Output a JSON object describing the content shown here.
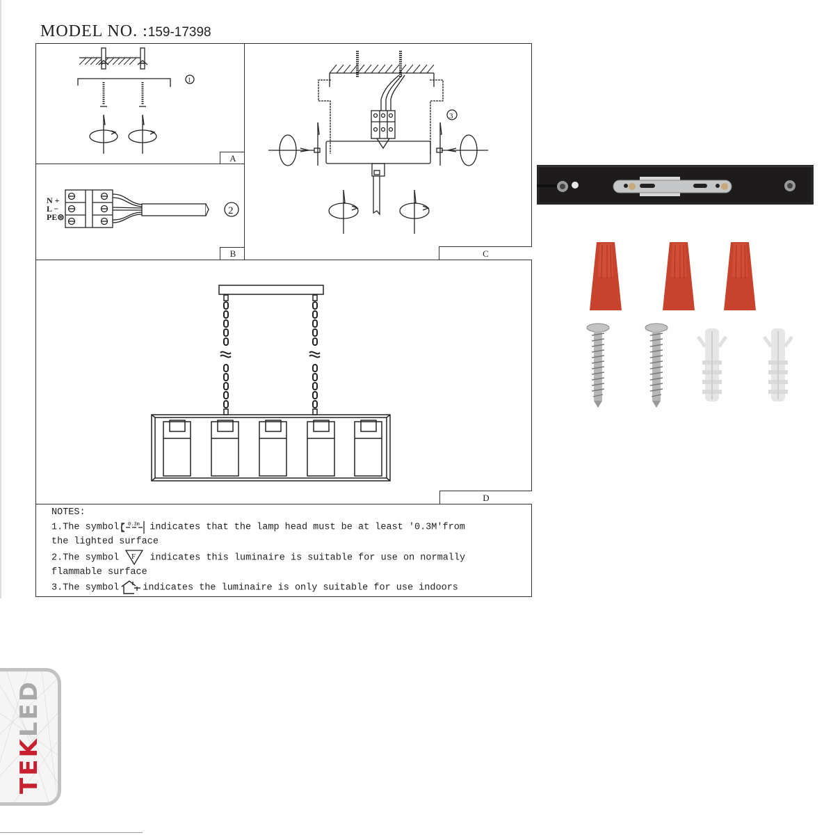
{
  "header": {
    "model_label": "MODEL NO. :",
    "model_number": "159-17398"
  },
  "panels": [
    {
      "id": "A",
      "label": "A",
      "step": "①",
      "description": "Insert wall plugs in ceiling, fix mounting bracket with screws"
    },
    {
      "id": "B",
      "label": "B",
      "step": "②",
      "terminal_labels": [
        "N +",
        "L −",
        "PE⊜"
      ],
      "description": "Connect wires to terminal block"
    },
    {
      "id": "C",
      "label": "C",
      "step": "③",
      "description": "Attach canopy to bracket with side screws"
    },
    {
      "id": "D",
      "label": "D",
      "description": "Assembled 5-light linear pendant on chains",
      "shade_count": 5
    }
  ],
  "notes": {
    "title": "NOTES:",
    "items": [
      {
        "prefix": "1.The symbol",
        "symbol": "0.3m",
        "line1": "indicates that the lamp head must be at least '0.3M'from",
        "line2": "the lighted surface"
      },
      {
        "prefix": "2.The symbol",
        "symbol": "F",
        "line1": "indicates this luminaire is suitable for use on normally",
        "line2": "flammable surface"
      },
      {
        "prefix": "3.The symbol",
        "symbol": "house",
        "line1": "indicates the luminaire is only suitable for use indoors"
      }
    ]
  },
  "accessories": {
    "bracket": "black ceiling canopy plate with mounting bracket",
    "wire_connectors": {
      "count": 3,
      "color": "#c8432e"
    },
    "screws": {
      "count": 2,
      "color": "#b8b8b8"
    },
    "wall_plugs": {
      "count": 2,
      "color": "#e8e8e8"
    }
  },
  "brand": {
    "part1": "TEK",
    "part2": "LED",
    "primary_color": "#c8202f",
    "secondary_color": "#a9a9a9"
  }
}
